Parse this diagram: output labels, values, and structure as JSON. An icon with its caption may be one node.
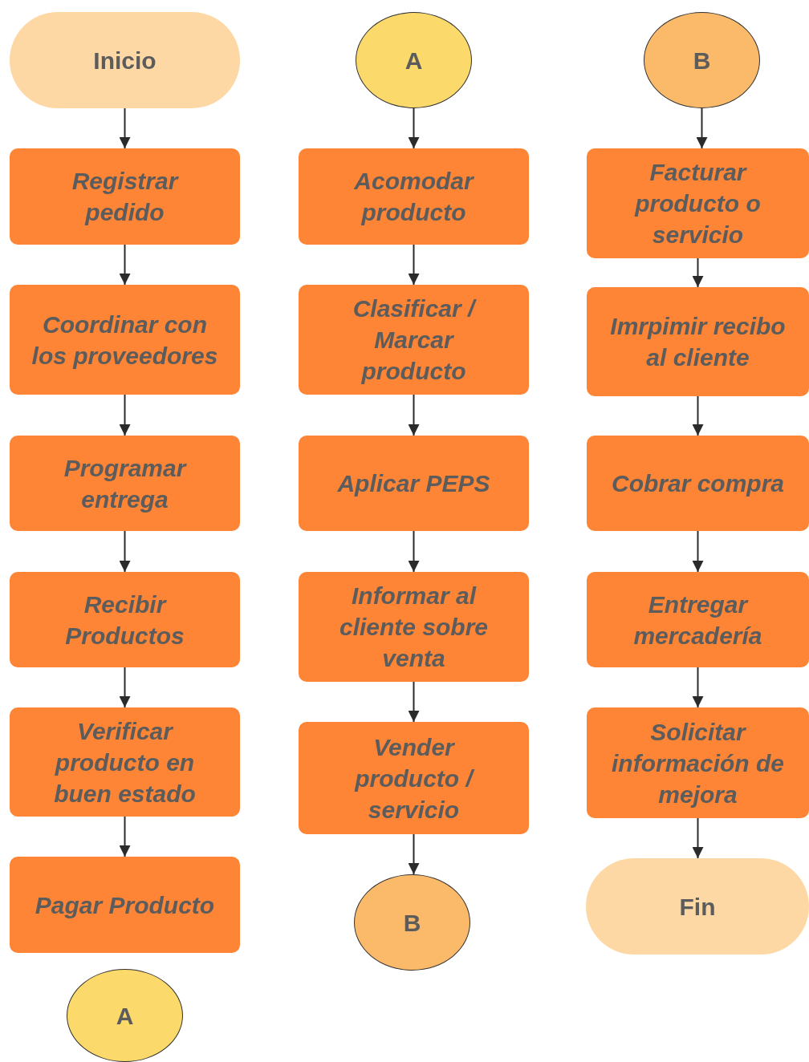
{
  "diagram": {
    "nodes": [
      {
        "text": [
          "Inicio"
        ]
      },
      {
        "text": [
          "Registrar pedido"
        ]
      },
      {
        "text": [
          "Coordinar con los proveedores"
        ]
      },
      {
        "text": [
          "Programar entrega"
        ]
      },
      {
        "text": [
          "Recibir Productos"
        ]
      },
      {
        "text": [
          "Verificar producto en buen estado"
        ]
      },
      {
        "text": [
          "Pagar Producto"
        ]
      },
      {
        "text": [
          "A"
        ]
      },
      {
        "text": [
          "A"
        ]
      },
      {
        "text": [
          "Acomodar producto"
        ]
      },
      {
        "text": [
          "Clasificar / Marcar producto"
        ]
      },
      {
        "text": [
          "Aplicar PEPS"
        ]
      },
      {
        "text": [
          "Informar al cliente sobre venta"
        ]
      },
      {
        "text": [
          "Vender producto / servicio"
        ]
      },
      {
        "text": [
          "B"
        ]
      },
      {
        "text": [
          "B"
        ]
      },
      {
        "text": [
          "Facturar producto o servicio"
        ]
      },
      {
        "text": [
          "Imrpimir recibo al cliente"
        ]
      },
      {
        "text": [
          "Cobrar compra"
        ]
      },
      {
        "text": [
          "Entregar mercadería"
        ]
      },
      {
        "text": [
          "Solicitar información de mejora"
        ]
      },
      {
        "text": [
          "Fin"
        ]
      }
    ],
    "edges": [
      {
        "from": 0,
        "to": 1,
        "arrow": "to"
      },
      {
        "from": 1,
        "to": 2,
        "arrow": "to"
      },
      {
        "from": 2,
        "to": 3,
        "arrow": "to"
      },
      {
        "from": 3,
        "to": 4,
        "arrow": "to"
      },
      {
        "from": 4,
        "to": 5,
        "arrow": "to"
      },
      {
        "from": 5,
        "to": 6,
        "arrow": "to"
      },
      {
        "from": 8,
        "to": 9,
        "arrow": "to"
      },
      {
        "from": 9,
        "to": 10,
        "arrow": "to"
      },
      {
        "from": 10,
        "to": 11,
        "arrow": "to"
      },
      {
        "from": 11,
        "to": 12,
        "arrow": "to"
      },
      {
        "from": 12,
        "to": 13,
        "arrow": "to"
      },
      {
        "from": 13,
        "to": 14,
        "arrow": "to"
      },
      {
        "from": 15,
        "to": 16,
        "arrow": "to"
      },
      {
        "from": 16,
        "to": 17,
        "arrow": "to"
      },
      {
        "from": 17,
        "to": 18,
        "arrow": "to"
      },
      {
        "from": 18,
        "to": 19,
        "arrow": "to"
      },
      {
        "from": 19,
        "to": 20,
        "arrow": "to"
      },
      {
        "from": 20,
        "to": 21,
        "arrow": "to"
      }
    ]
  }
}
